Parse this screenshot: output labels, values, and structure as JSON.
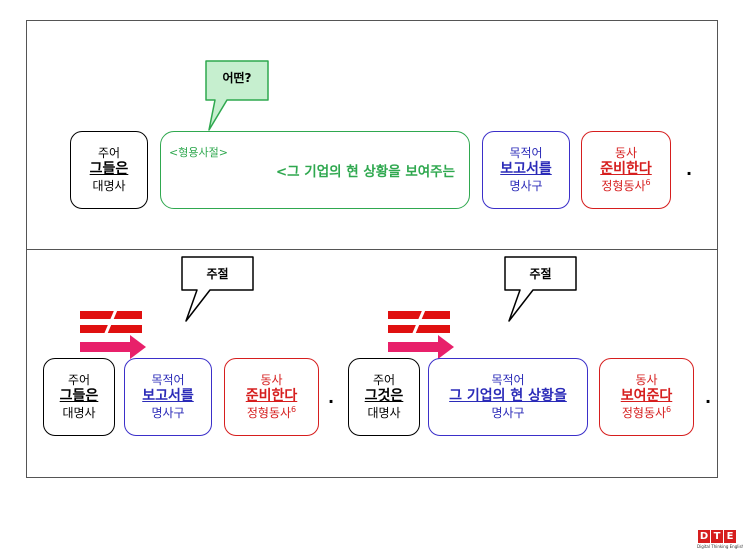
{
  "top": {
    "callout": "어떤?",
    "subject": {
      "role": "주어",
      "word": "그들은",
      "pos": "대명사"
    },
    "clause": {
      "tag": "<형용사절>",
      "text": "<그 기업의 현 상황을 보여주는"
    },
    "object": {
      "role": "목적어",
      "word": "보고서를",
      "pos": "명사구"
    },
    "verb": {
      "role": "동사",
      "word": "준비한다",
      "pos": "정형동사",
      "sup": "6"
    },
    "period": "."
  },
  "bottom_left": {
    "callout": "주절",
    "subject": {
      "role": "주어",
      "word": "그들은",
      "pos": "대명사"
    },
    "object": {
      "role": "목적어",
      "word": "보고서를",
      "pos": "명사구"
    },
    "verb": {
      "role": "동사",
      "word": "준비한다",
      "pos": "정형동사",
      "sup": "6"
    },
    "period": "."
  },
  "bottom_right": {
    "callout": "주절",
    "subject": {
      "role": "주어",
      "word": "그것은",
      "pos": "대명사"
    },
    "object": {
      "role": "목적어",
      "word": "그 기업의 현 상황을",
      "pos": "명사구"
    },
    "verb": {
      "role": "동사",
      "word": "보여준다",
      "pos": "정형동사",
      "sup": "6"
    },
    "period": "."
  },
  "logo": {
    "letters": [
      "D",
      "T",
      "E"
    ],
    "subtitle": "Digital Thinking English"
  },
  "colors": {
    "green": "#2fa84f",
    "blue": "#2b2bb8",
    "red": "#d61e1e",
    "arrow": "#e8206a"
  }
}
